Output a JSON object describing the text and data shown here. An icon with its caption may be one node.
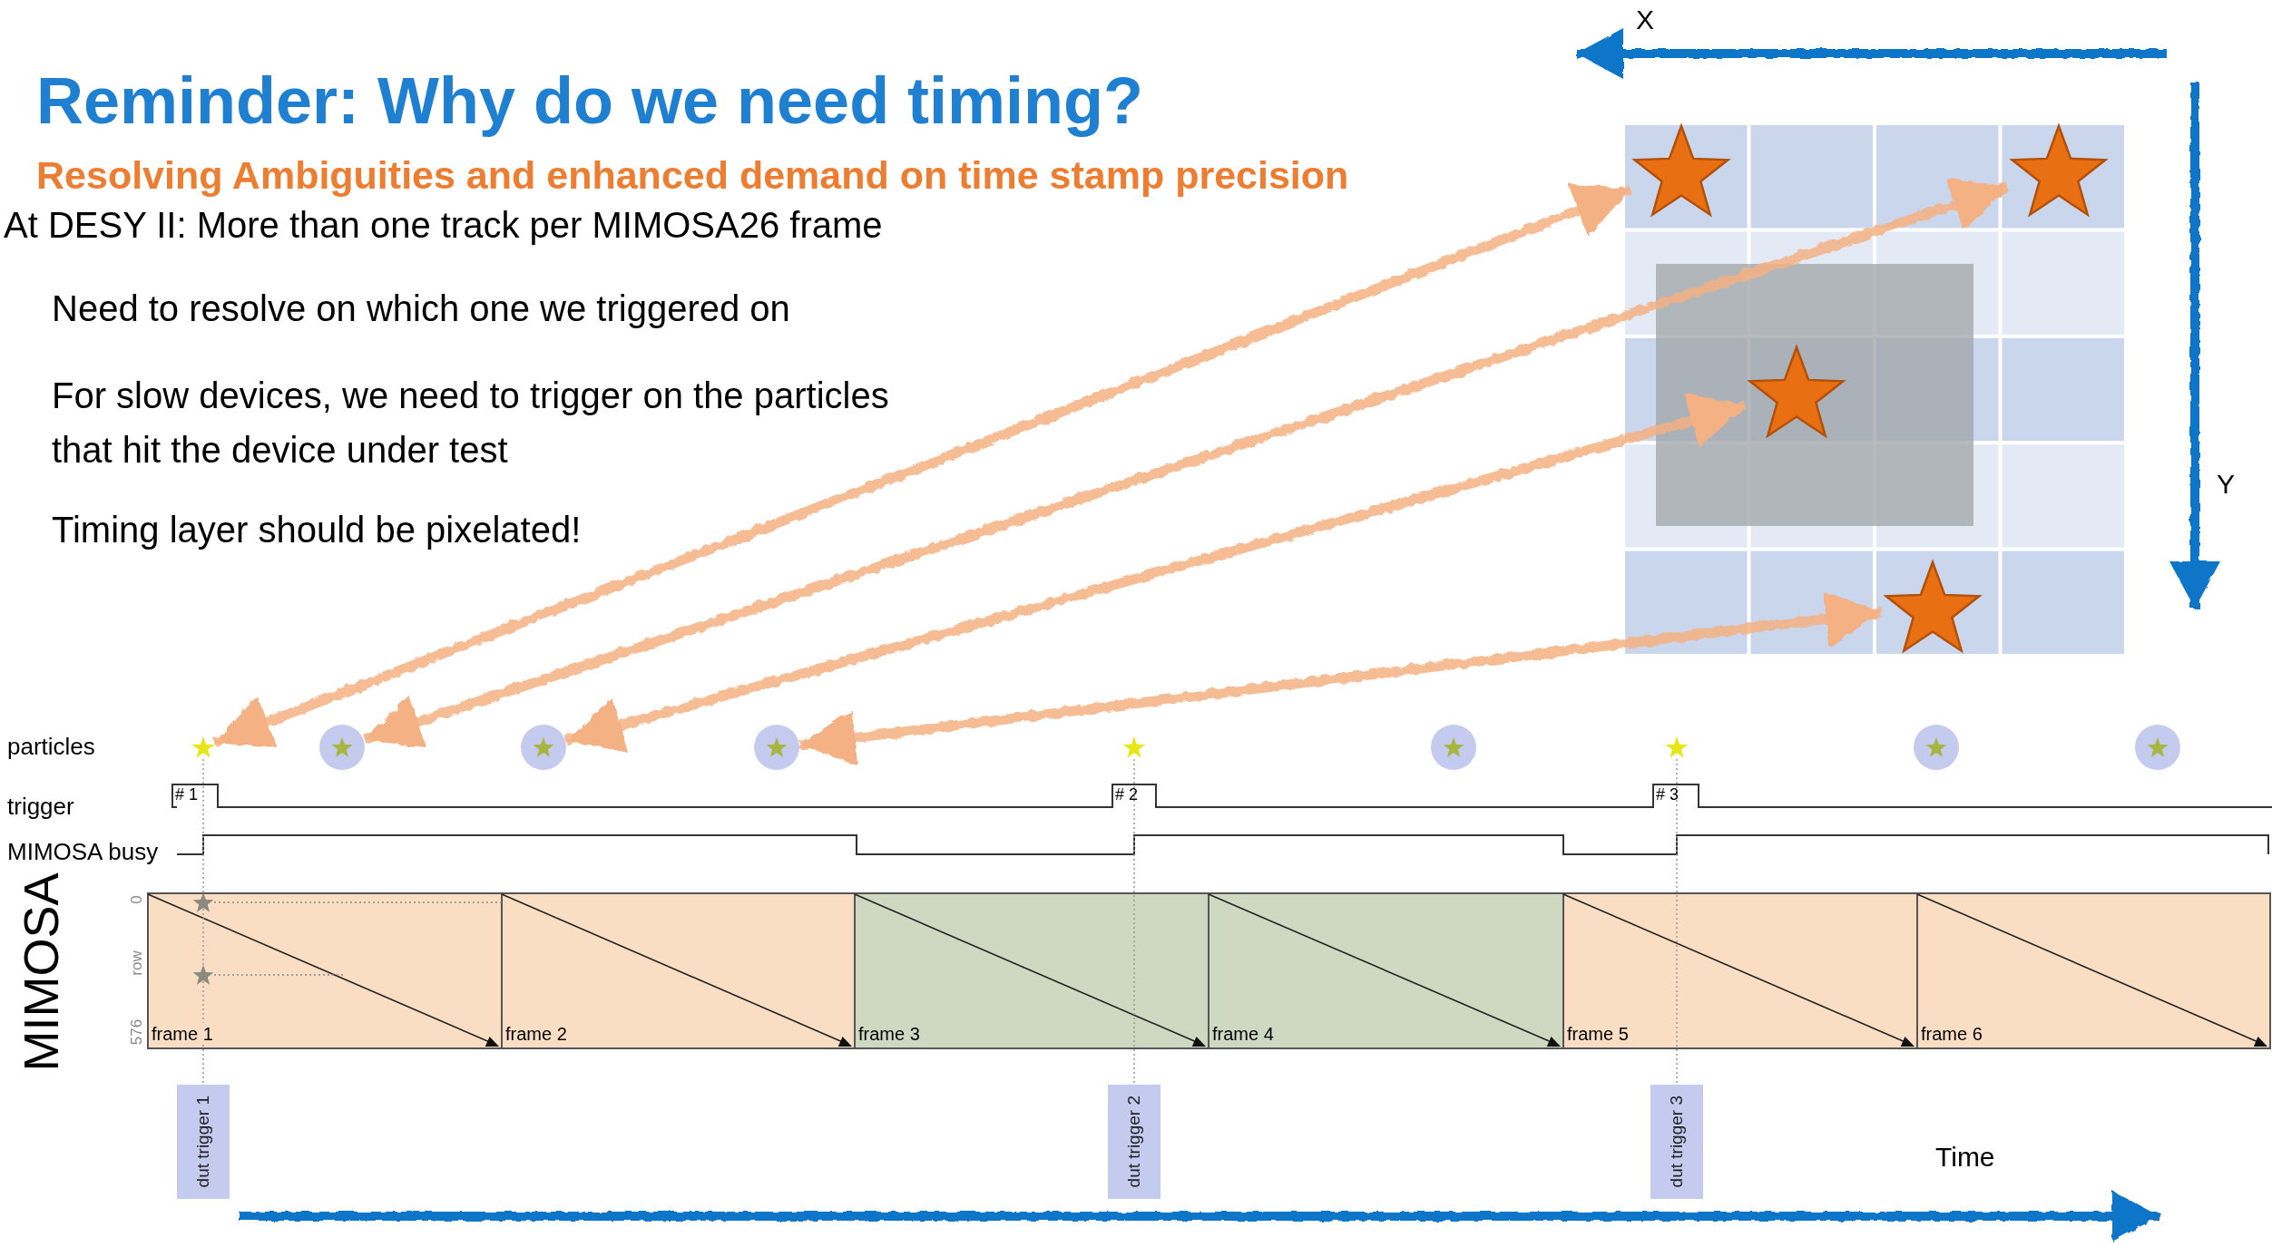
{
  "diagram": {
    "title": "Reminder: Why do we need timing?",
    "nodes": [
      {
        "text": [],
        "shape": "star"
      },
      {
        "text": [],
        "shape": "star"
      },
      {
        "text": [],
        "shape": "star"
      },
      {
        "text": [],
        "shape": "star"
      },
      {
        "text": [],
        "shape": "star"
      },
      {
        "text": [],
        "shape": "circle"
      },
      {
        "text": [],
        "shape": "circle"
      },
      {
        "text": [],
        "shape": "circle"
      },
      {
        "text": [],
        "shape": "star"
      },
      {
        "text": [],
        "shape": "circle"
      },
      {
        "text": [],
        "shape": "star"
      },
      {
        "text": [],
        "shape": "circle"
      },
      {
        "text": [],
        "shape": "circle"
      },
      {
        "text": [
          "dut trigger 1"
        ]
      },
      {
        "text": [
          "dut trigger 2"
        ]
      },
      {
        "text": [
          "dut trigger 3"
        ]
      }
    ],
    "edges": [
      {
        "from": 0,
        "to": 4,
        "arrow": "both"
      },
      {
        "from": 1,
        "to": 5,
        "arrow": "both"
      },
      {
        "from": 2,
        "to": 6,
        "arrow": "both"
      },
      {
        "from": 3,
        "to": 7,
        "arrow": "both"
      },
      {
        "from": 4,
        "to": 13,
        "arrow": "none",
        "style": "dashed",
        "color": "#9e9e9e"
      },
      {
        "from": 8,
        "to": 14,
        "arrow": "none",
        "style": "dashed",
        "color": "#9e9e9e"
      },
      {
        "from": 10,
        "to": 15,
        "arrow": "none",
        "style": "dashed",
        "color": "#9e9e9e"
      }
    ],
    "labels": [
      "Resolving Ambiguities and enhanced demand on time stamp precision",
      "At DESY II: More than one track per MIMOSA26 frame",
      "Need to resolve on which one we triggered on",
      "For slow devices, we need to trigger on the particles that hit the device under test",
      "Timing layer should be pixelated!",
      "X",
      "Y",
      "particles",
      "# 1",
      "# 2",
      "# 3",
      "trigger",
      "MIMOSA busy",
      "MIMOSA",
      "0",
      "row",
      "576",
      "frame 1",
      "frame 2",
      "frame 3",
      "frame 4",
      "frame 5",
      "frame 6",
      "Time"
    ]
  }
}
